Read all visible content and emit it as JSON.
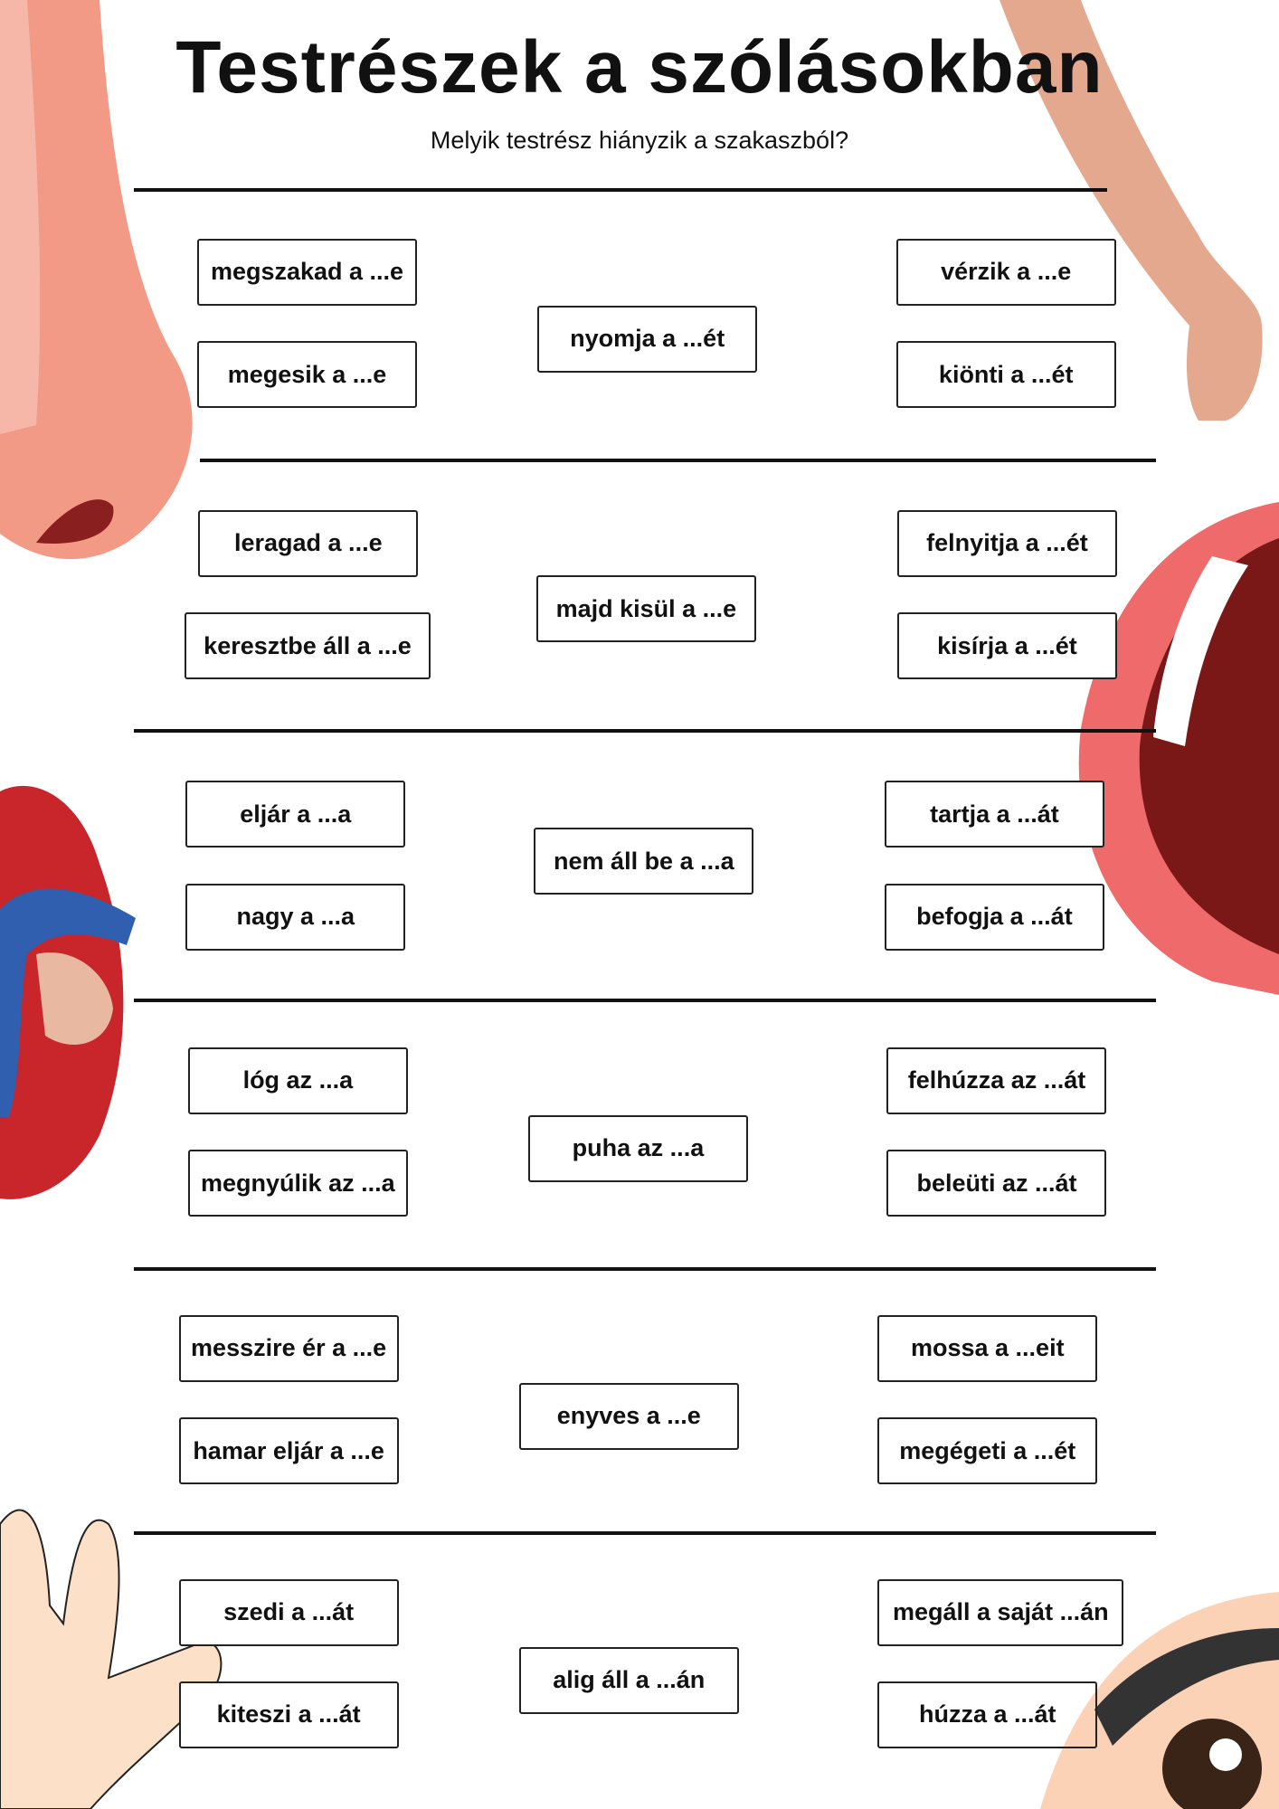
{
  "title": "Testrészek a szólásokban",
  "subtitle": "Melyik testrész hiányzik a szakaszból?",
  "rows": [
    {
      "left": [
        "megszakad a ...e",
        "megesik a ...e"
      ],
      "center": "nyomja a ...ét",
      "right": [
        "vérzik a ...e",
        "kiönti a ...ét"
      ]
    },
    {
      "left": [
        "leragad a ...e",
        "keresztbe áll a ...e"
      ],
      "center": "majd kisül a ...e",
      "right": [
        "felnyitja a ...ét",
        "kisírja a ...ét"
      ]
    },
    {
      "left": [
        "eljár a ...a",
        "nagy a ...a"
      ],
      "center": "nem áll be a ...a",
      "right": [
        "tartja a ...át",
        "befogja a ...át"
      ]
    },
    {
      "left": [
        "lóg az ...a",
        "megnyúlik az ...a"
      ],
      "center": "puha az ...a",
      "right": [
        "felhúzza az ...át",
        "beleüti az ...át"
      ]
    },
    {
      "left": [
        "messzire ér a ...e",
        "hamar eljár a ...e"
      ],
      "center": "enyves a ...e",
      "right": [
        "mossa a ...eit",
        "megégeti a ...ét"
      ]
    },
    {
      "left": [
        "szedi a ...át",
        "kiteszi a ...át"
      ],
      "center": "alig áll a ...án",
      "right": [
        "megáll a saját ...án",
        "húzza a ...át"
      ]
    }
  ]
}
